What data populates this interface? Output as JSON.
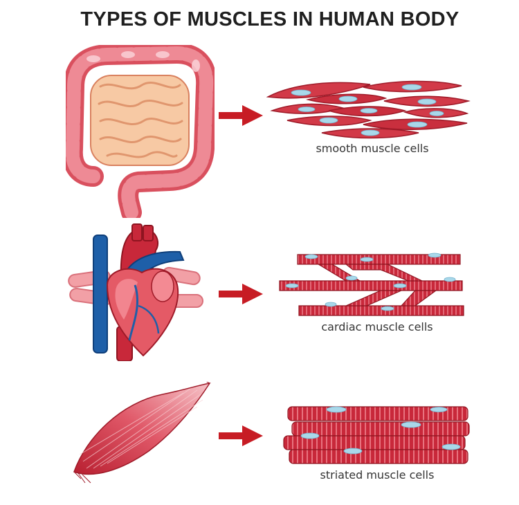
{
  "title": "TYPES OF MUSCLES IN HUMAN BODY",
  "rows": [
    {
      "caption": "smooth muscle cells",
      "organ": "intestine-icon"
    },
    {
      "caption": "cardiac muscle cells",
      "organ": "heart-icon"
    },
    {
      "caption": "striated muscle cells",
      "organ": "skeletal-muscle-icon"
    }
  ],
  "colors": {
    "muscle_red": "#c8283a",
    "muscle_light": "#e36a78",
    "nucleus_blue": "#a9d8ea",
    "arrow_red": "#c71c24",
    "intestine_pink": "#e9707c",
    "small_intestine": "#f7c9a4",
    "vein_blue": "#1e5fa8"
  }
}
